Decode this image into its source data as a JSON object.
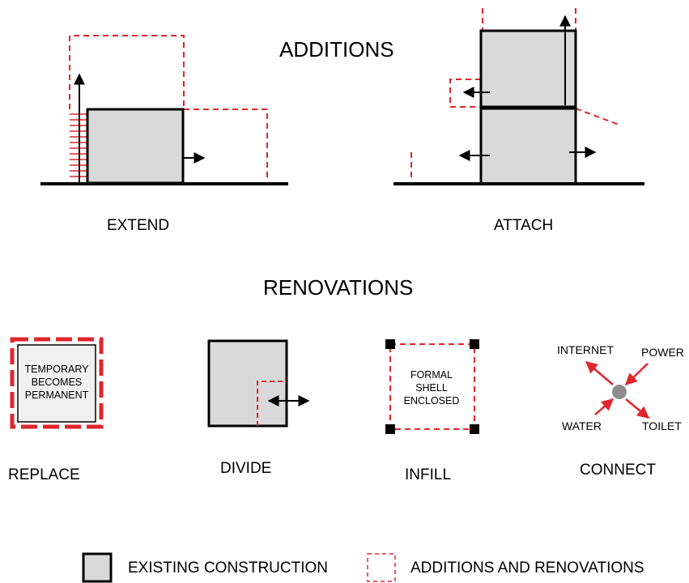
{
  "headings": {
    "additions": "ADDITIONS",
    "renovations": "RENOVATIONS"
  },
  "additions": {
    "extend": {
      "label": "EXTEND"
    },
    "attach": {
      "label": "ATTACH"
    }
  },
  "renovations": {
    "replace": {
      "label": "REPLACE",
      "inner_lines": [
        "TEMPORARY",
        "BECOMES",
        "PERMANENT"
      ]
    },
    "divide": {
      "label": "DIVIDE"
    },
    "infill": {
      "label": "INFILL",
      "inner_lines": [
        "FORMAL",
        "SHELL",
        "ENCLOSED"
      ]
    },
    "connect": {
      "label": "CONNECT",
      "nodes": {
        "internet": "INTERNET",
        "power": "POWER",
        "water": "WATER",
        "toilet": "TOILET"
      }
    }
  },
  "legend": {
    "existing": "EXISTING CONSTRUCTION",
    "additions": "ADDITIONS AND RENOVATIONS"
  },
  "colors": {
    "existing_fill": "#d9d9d9",
    "addition_red": "#e0262b",
    "ink": "#000000",
    "connect_node": "#8c8c8c"
  }
}
